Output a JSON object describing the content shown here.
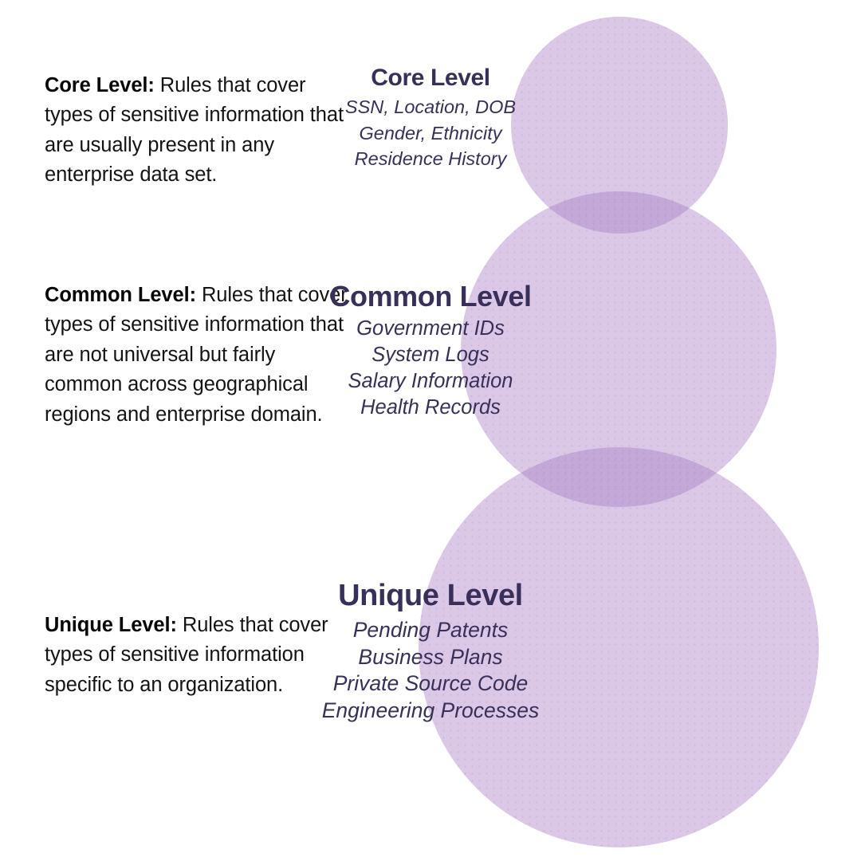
{
  "theme": {
    "background": "#ffffff",
    "circle_fill": "#dbcbed",
    "circle_overlap": "#ad93c8",
    "heading_color": "#39305a",
    "body_text_color": "#141414"
  },
  "descriptions": [
    {
      "lead": "Core Level:",
      "text": " Rules that cover types of sensitive information that are usually present in any enterprise data set."
    },
    {
      "lead": "Common Level:",
      "text": " Rules that cover types of sensitive information that are not universal but fairly common across geographical regions and enterprise domain."
    },
    {
      "lead": "Unique Level:",
      "text": " Rules that cover types of sensitive information specific to an organization."
    }
  ],
  "venn": {
    "circles": [
      {
        "id": "core",
        "title": "Core Level",
        "items": [
          "SSN, Location, DOB",
          "Gender, Ethnicity",
          "Residence History"
        ]
      },
      {
        "id": "common",
        "title": "Common Level",
        "items": [
          "Government IDs",
          "System Logs",
          "Salary Information",
          "Health Records"
        ]
      },
      {
        "id": "unique",
        "title": "Unique Level",
        "items": [
          "Pending Patents",
          "Business Plans",
          "Private Source Code",
          "Engineering Processes"
        ]
      }
    ]
  }
}
